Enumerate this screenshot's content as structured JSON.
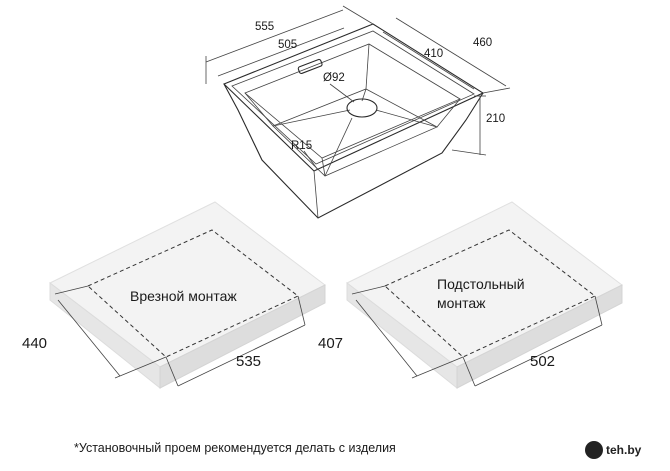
{
  "sink": {
    "dim_outer_width": "555",
    "dim_inner_width": "505",
    "dim_outer_depth": "460",
    "dim_inner_depth": "410",
    "dim_height": "210",
    "dim_drain": "Ø92",
    "dim_radius": "R15"
  },
  "cutout_top": {
    "label": "Врезной монтаж",
    "dim_depth": "440",
    "dim_width": "535"
  },
  "cutout_under": {
    "label_line1": "Подстольный",
    "label_line2": "монтаж",
    "dim_depth": "407",
    "dim_width": "502"
  },
  "footnote": "*Установочный проем рекомендуется делать с изделия",
  "logo": {
    "text": "teh.by"
  }
}
